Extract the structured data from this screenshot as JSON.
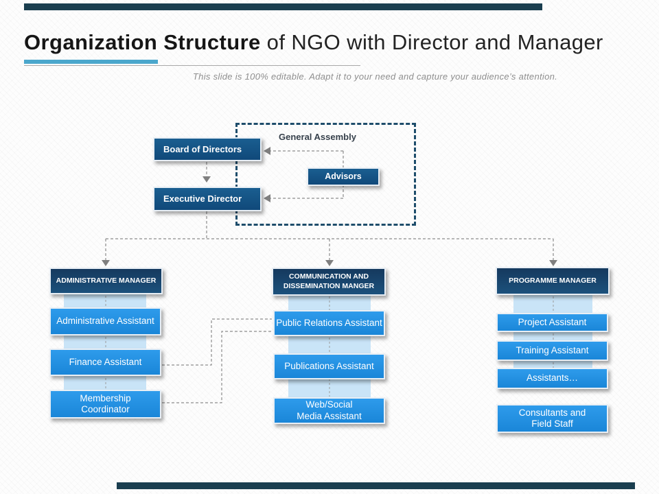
{
  "slide": {
    "title_bold": "Organization Structure",
    "title_rest": "of NGO with Director and Manager",
    "subtitle": "This slide is 100% editable. Adapt it to your need and capture your audience’s attention."
  },
  "colors": {
    "accent_underline": "#4BA7CC",
    "top_bottom_bar": "#1A3E4F",
    "tier1_box": "#14517E",
    "manager_header_box": "#17395E",
    "item_box": "#1F90E0",
    "column_band": "#C9E4F7",
    "assembly_frame": "#1E4D6B",
    "connector_line": "#8C8C8C"
  },
  "org": {
    "assembly": {
      "label": "General Assembly",
      "board": "Board of Directors",
      "advisors": "Advisors",
      "executive": "Executive Director"
    },
    "columns": [
      {
        "header": "ADMINISTRATIVE MANAGER",
        "items": [
          "Administrative Assistant",
          "Finance Assistant",
          "Membership\nCoordinator"
        ]
      },
      {
        "header": "COMMUNICATION AND\nDISSEMINATION MANGER",
        "items": [
          "Public Relations Assistant",
          "Publications Assistant",
          "Web/Social\nMedia Assistant"
        ]
      },
      {
        "header": "PROGRAMME MANAGER",
        "items": [
          "Project Assistant",
          "Training Assistant",
          "Assistants…",
          "Consultants and\nField Staff"
        ]
      }
    ]
  }
}
